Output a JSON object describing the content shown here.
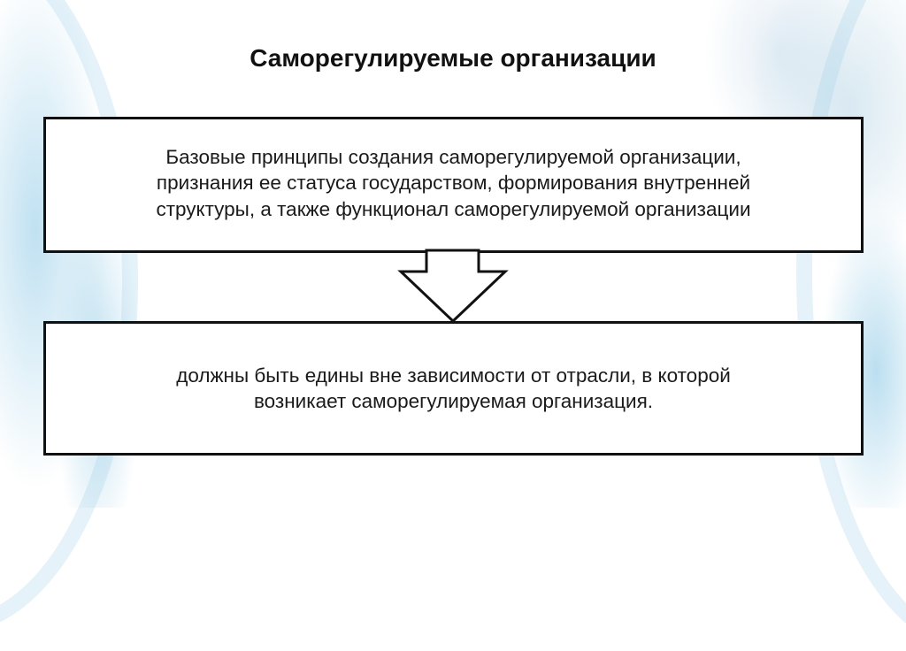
{
  "slide": {
    "title": "Саморегулируемые организации",
    "top_box": {
      "lines": [
        "Базовые принципы создания саморегулируемой организации,",
        "признания ее статуса государством, формирования внутренней",
        "структуры, а также функционал саморегулируемой организации"
      ]
    },
    "connector": {
      "icon": "down-arrow-icon"
    },
    "bottom_box": {
      "lines": [
        "должны быть едины вне зависимости от отрасли, в которой",
        "возникает саморегулируемая организация."
      ]
    }
  },
  "colors": {
    "background": "#ffffff",
    "accent_blue": "#8cc8e6",
    "border": "#111111",
    "text": "#1a1a1a"
  }
}
